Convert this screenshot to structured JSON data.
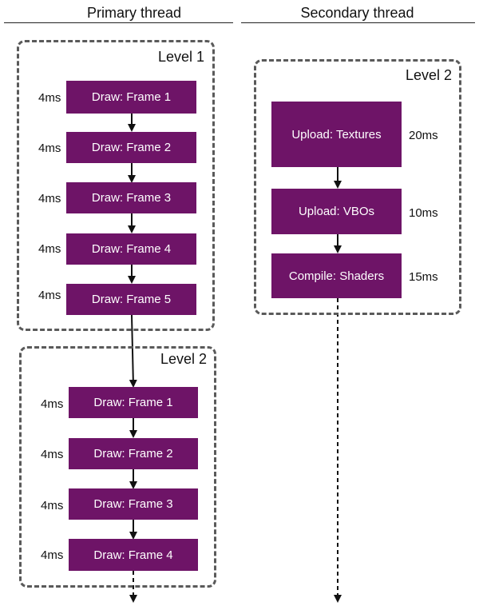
{
  "headers": {
    "primary": "Primary thread",
    "secondary": "Secondary thread"
  },
  "primary": {
    "group1": {
      "level": "Level 1",
      "tasks": [
        {
          "label": "Draw: Frame 1",
          "time": "4ms"
        },
        {
          "label": "Draw: Frame 2",
          "time": "4ms"
        },
        {
          "label": "Draw: Frame 3",
          "time": "4ms"
        },
        {
          "label": "Draw: Frame 4",
          "time": "4ms"
        },
        {
          "label": "Draw: Frame 5",
          "time": "4ms"
        }
      ]
    },
    "group2": {
      "level": "Level 2",
      "tasks": [
        {
          "label": "Draw: Frame 1",
          "time": "4ms"
        },
        {
          "label": "Draw: Frame 2",
          "time": "4ms"
        },
        {
          "label": "Draw: Frame 3",
          "time": "4ms"
        },
        {
          "label": "Draw: Frame 4",
          "time": "4ms"
        }
      ]
    }
  },
  "secondary": {
    "group": {
      "level": "Level 2",
      "tasks": [
        {
          "label": "Upload: Textures",
          "time": "20ms"
        },
        {
          "label": "Upload: VBOs",
          "time": "10ms"
        },
        {
          "label": "Compile: Shaders",
          "time": "15ms"
        }
      ]
    }
  },
  "colors": {
    "task": "#6e1467",
    "border": "#5a5a5a"
  }
}
